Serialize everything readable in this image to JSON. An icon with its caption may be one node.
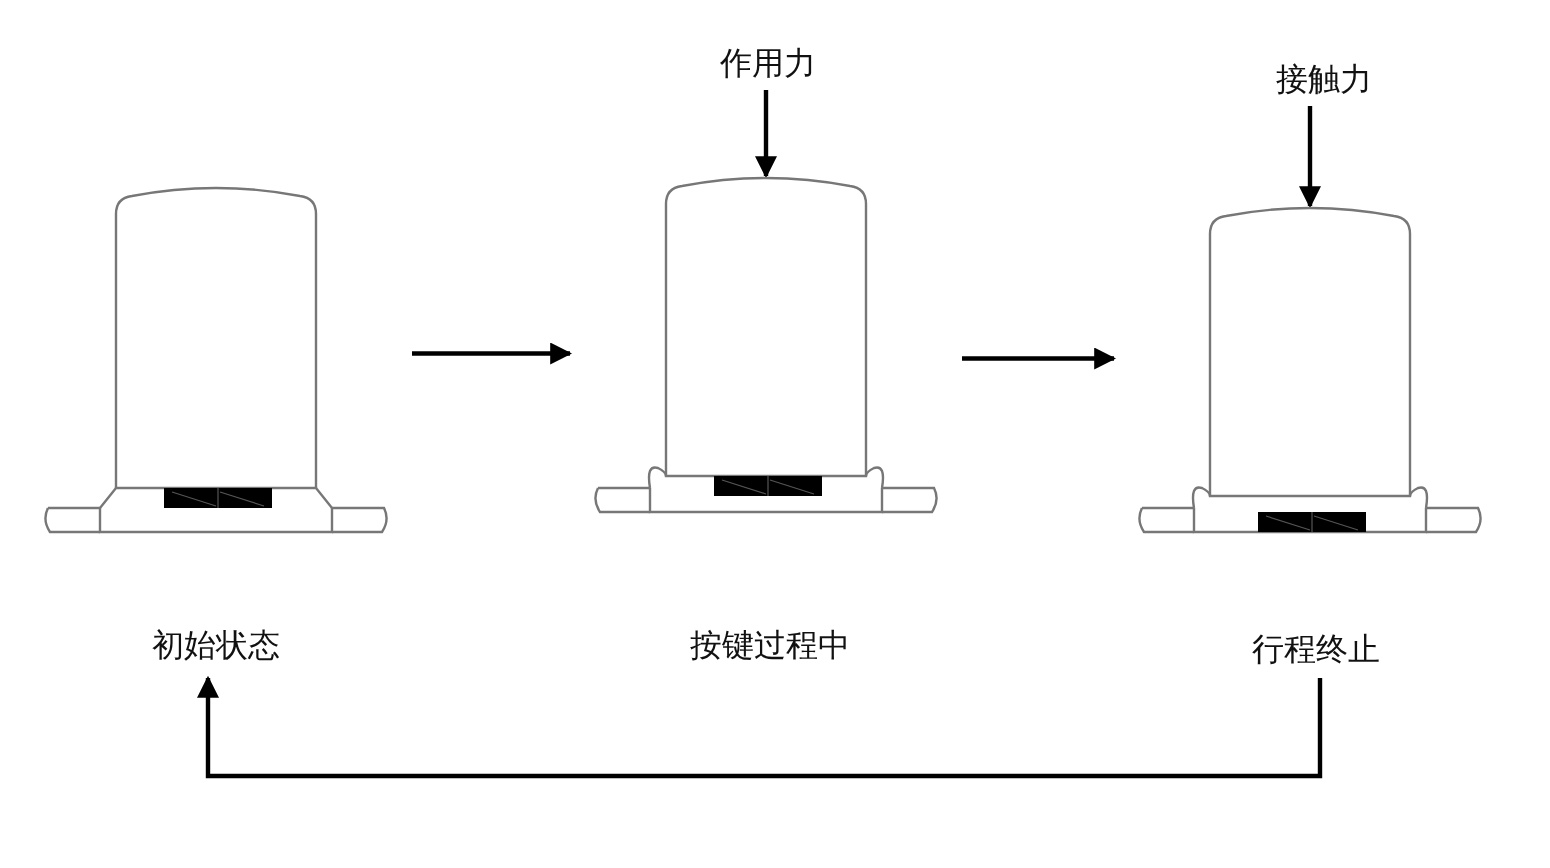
{
  "diagram": {
    "nodes": [
      {
        "text": [
          "作用力"
        ]
      },
      {
        "text": [
          "接触力"
        ]
      },
      {
        "text": [],
        "shape": "picture"
      },
      {
        "text": [],
        "shape": "picture"
      },
      {
        "text": [],
        "shape": "picture"
      },
      {
        "text": [
          "初始状态"
        ]
      },
      {
        "text": [
          "按键过程中"
        ]
      },
      {
        "text": [
          "行程终止"
        ]
      }
    ],
    "edges": [
      {
        "from": 2,
        "to": 3,
        "arrow": "to"
      },
      {
        "from": 3,
        "to": 4,
        "arrow": "to"
      },
      {
        "from": 0,
        "to": 3,
        "arrow": "to"
      },
      {
        "from": 1,
        "to": 4,
        "arrow": "to"
      },
      {
        "from": 7,
        "to": 5,
        "arrow": "to"
      }
    ]
  }
}
